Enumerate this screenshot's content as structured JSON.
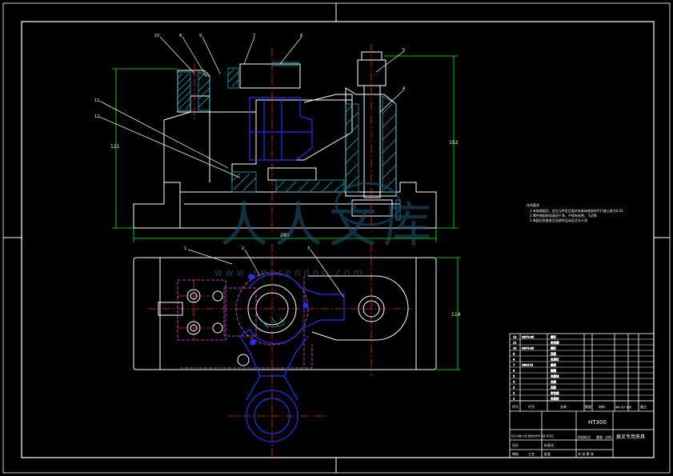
{
  "colors": {
    "background": "#000000",
    "line": "#ffffff",
    "dimension": "#00ff00",
    "hatch": "#00ffff",
    "center": "#ff0000",
    "hidden": "#ff00ff",
    "part": "#0000ff",
    "watermark": "#1e5a7a"
  },
  "balloons": {
    "b10": "10",
    "b8": "8",
    "b9": "9",
    "b7": "7",
    "b6": "6",
    "b5": "5",
    "b4": "4",
    "b11": "11",
    "b12": "12",
    "b1": "1",
    "b2": "2",
    "b3": "3"
  },
  "dims": {
    "height_left": "121",
    "height_right": "152",
    "width_bottom": "280",
    "plan_depth": "114"
  },
  "notes": {
    "title": "技术要求",
    "line1": "1.夹具装配后，定位元件定位面对夹具体底面的平行度公差为0.02",
    "line2": "2.零件装配前须清洗干净，不得有毛刺、飞边等",
    "line3": "3.装配后检查各活动部件运动灵活无卡滞"
  },
  "watermark": {
    "brand": "人人文库",
    "url": "w w w . r e n r e n d o c . c o m"
  },
  "title_block": {
    "drawing_no": "HT300",
    "title": "拨叉专用夹具",
    "col_seq": "序号",
    "col_code": "代号",
    "col_name": "名称",
    "col_qty": "数量",
    "col_mat": "材料",
    "col_weight": "单件 总计 重量",
    "col_note": "备注",
    "rows": [
      {
        "no": "12",
        "code": "GB70-85",
        "name": "螺钉"
      },
      {
        "no": "11",
        "code": "",
        "name": "定位销"
      },
      {
        "no": "10",
        "code": "GB70-85",
        "name": "螺钉"
      },
      {
        "no": "9",
        "code": "",
        "name": "压板"
      },
      {
        "no": "8",
        "code": "",
        "name": "支承钉"
      },
      {
        "no": "7",
        "code": "GB6170",
        "name": "螺母"
      },
      {
        "no": "6",
        "code": "",
        "name": "垫圈"
      },
      {
        "no": "5",
        "code": "",
        "name": "夹紧块"
      },
      {
        "no": "4",
        "code": "",
        "name": "支座"
      },
      {
        "no": "3",
        "code": "",
        "name": "压板"
      },
      {
        "no": "2",
        "code": "",
        "name": "定位盘"
      },
      {
        "no": "1",
        "code": "",
        "name": "夹具体"
      }
    ],
    "sign_labels": "标记 处数 分区 更改文件号 签名 年月日",
    "design": "设计",
    "std": "标准化",
    "stage": "阶段标记",
    "weight": "重量",
    "scale": "比例",
    "check": "审核",
    "process": "工艺",
    "approve": "批准",
    "sheets": "共 张 第 张"
  }
}
